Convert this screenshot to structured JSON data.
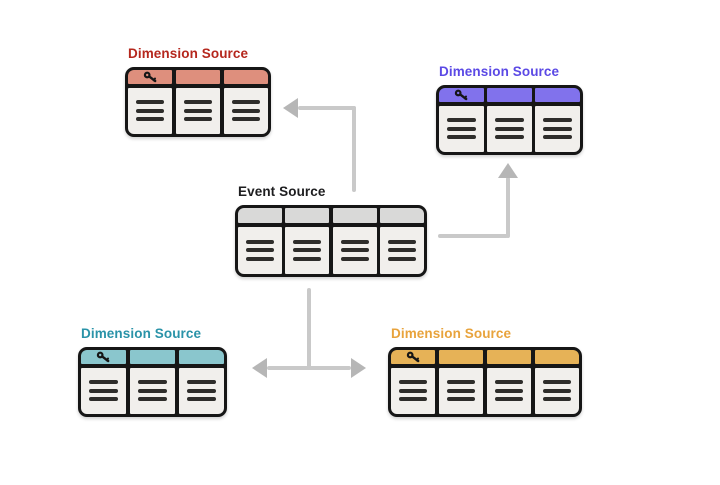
{
  "diagram": {
    "title": "Event source with four dimension sources (star schema)",
    "arrow_color": "#c9c9c9",
    "arrowhead_color": "#b6b6b6",
    "tables": {
      "event": {
        "label": "Event Source",
        "label_color": "#1d1d1f",
        "header_color": "#d9d9d8",
        "columns": 4,
        "has_key": false
      },
      "dim_top_left": {
        "label": "Dimension Source",
        "label_color": "#b5271d",
        "header_color": "#de8f7d",
        "columns": 3,
        "has_key": true
      },
      "dim_top_right": {
        "label": "Dimension Source",
        "label_color": "#5b49e5",
        "header_color": "#8172ec",
        "columns": 3,
        "has_key": true
      },
      "dim_bottom_left": {
        "label": "Dimension Source",
        "label_color": "#2a93a8",
        "header_color": "#8ac6cd",
        "columns": 3,
        "has_key": true
      },
      "dim_bottom_right": {
        "label": "Dimension Source",
        "label_color": "#e8a33c",
        "header_color": "#e6b257",
        "columns": 4,
        "has_key": true
      }
    },
    "arrows": [
      {
        "from": "event",
        "to": "dim_top_left",
        "shape": "up-then-left"
      },
      {
        "from": "event",
        "to": "dim_top_right",
        "shape": "right-then-up"
      },
      {
        "from": "event",
        "to": "dim_bottom_left_and_right",
        "shape": "down-then-split-left-right"
      }
    ]
  }
}
